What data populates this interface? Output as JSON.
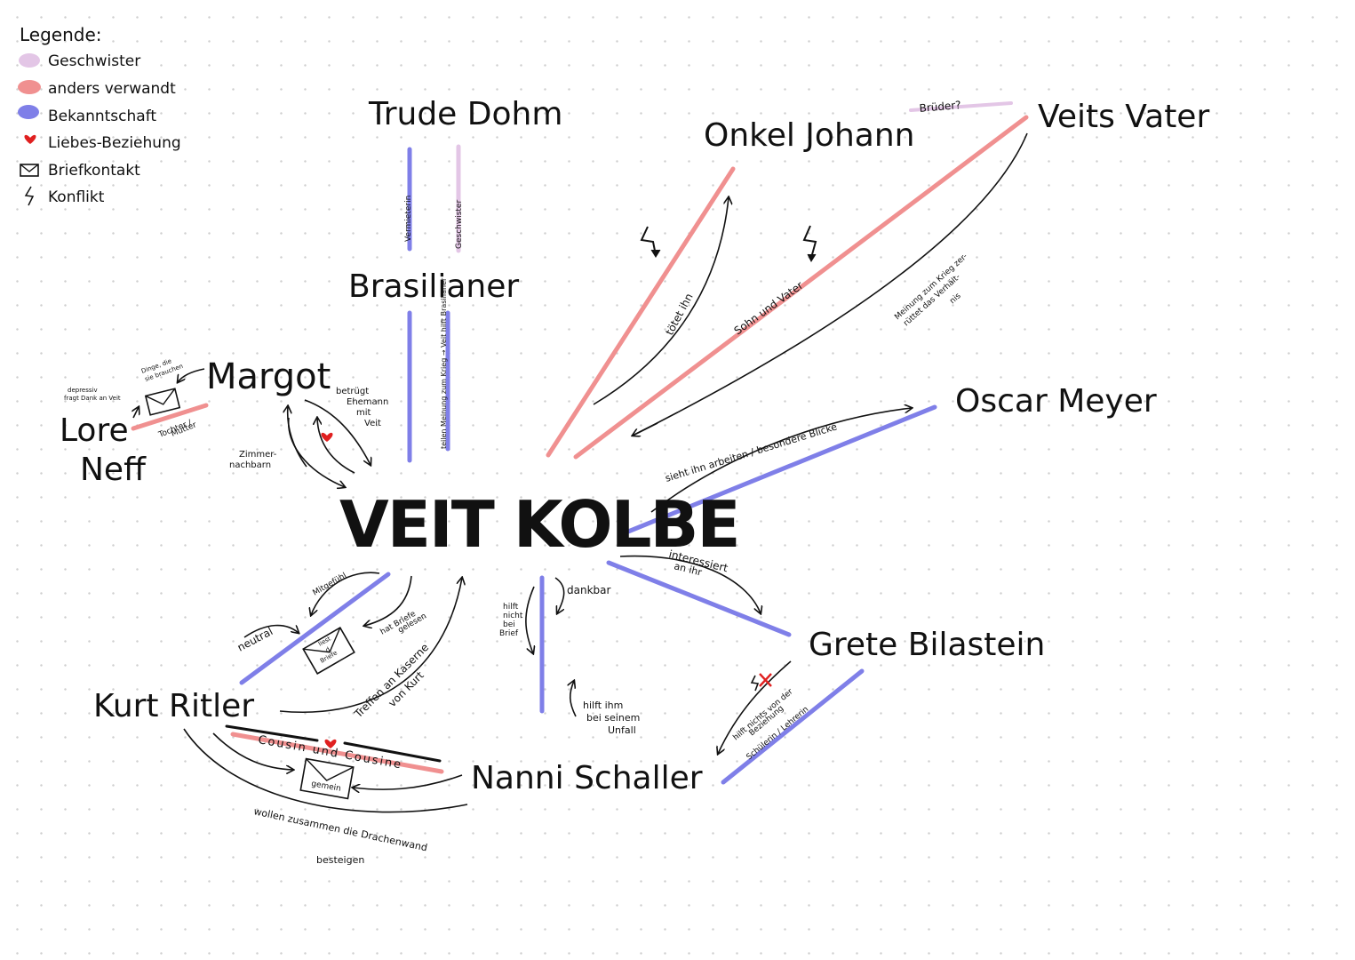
{
  "legend": {
    "title": "Legende:",
    "items": [
      {
        "label": "Geschwister",
        "color": "#e3c6e6",
        "kind": "swatch"
      },
      {
        "label": "anders verwandt",
        "color": "#f09090",
        "kind": "swatch"
      },
      {
        "label": "Bekanntschaft",
        "color": "#7f7fe8",
        "kind": "swatch"
      },
      {
        "label": "Liebes-Beziehung",
        "color": "#e02020",
        "kind": "heart"
      },
      {
        "label": "Briefkontakt",
        "color": "#111111",
        "kind": "envelope"
      },
      {
        "label": "Konflikt",
        "color": "#111111",
        "kind": "lightning"
      }
    ]
  },
  "colors": {
    "sibling": "#e3c6e6",
    "relative": "#f09090",
    "acquaintance": "#7f7fe8",
    "love": "#e02020",
    "ink": "#111111"
  },
  "nodes": {
    "center": "VEIT KOLBE",
    "trude": "Trude Dohm",
    "brasilianer": "Brasilianer",
    "johann": "Onkel Johann",
    "vater": "Veits Vater",
    "oscar": "Oscar Meyer",
    "grete": "Grete Bilastein",
    "nanni": "Nanni Schaller",
    "kurt": "Kurt Ritler",
    "margot": "Margot",
    "lore_line1": "Lore",
    "lore_line2": "Neff"
  },
  "labels": {
    "vermieterin": "Vermieterin",
    "geschwister": "Geschwister",
    "brasilianer_meinung": "teilen Meinung zum Krieg → Veit hilft Brasilianer",
    "brueder": "Brüder?",
    "toetet_ihn": "tötet ihn",
    "sohn_vater": "Sohn und Vater",
    "meinung_krieg_line1": "Meinung zum Krieg zer-",
    "meinung_krieg_line2": "rüttet das Verhält-",
    "meinung_krieg_line3": "nis",
    "sieht_ihn": "sieht ihn arbeiten / besondere Blicke",
    "interessiert_line1": "interessiert",
    "interessiert_line2": "an ihr",
    "hilft_nicht_line1": "hilft nichts von der",
    "hilft_nicht_line2": "Beziehung",
    "schuelerin": "Schülerin / Lehrerin",
    "dankbar": "dankbar",
    "hilft_brief": [
      "hilft",
      "nicht",
      "bei",
      "Brief"
    ],
    "hilft_unfall": [
      "hilft ihm",
      "bei seinem",
      "Unfall"
    ],
    "treffen_line1": "Treffen an Kaserne",
    "treffen_line2": "von Kurt",
    "mitgefuehl": "Mitgefühl",
    "neutral": "neutral",
    "hat_briefe_line1": "hat Briefe",
    "hat_briefe_line2": "gelesen",
    "liest_briefe": [
      "liest",
      "d.",
      "Briefe"
    ],
    "cousin": "Cousin und Cousine",
    "gemein": "gemein",
    "drachenwand_line1": "wollen zusammen die Drachenwand",
    "drachenwand_line2": "besteigen",
    "betruegt": [
      "betrügt",
      "Ehemann",
      "mit",
      "Veit"
    ],
    "zimmernachbarn": [
      "Zimmer-",
      "nachbarn"
    ],
    "dinge_line1": "Dinge, die",
    "dinge_line2": "sie brauchen",
    "depressiv_line1": "depressiv",
    "depressiv_line2": "fragt Dank an Veit",
    "tochter_mutter": [
      "Tochter /",
      "Mutter"
    ]
  }
}
